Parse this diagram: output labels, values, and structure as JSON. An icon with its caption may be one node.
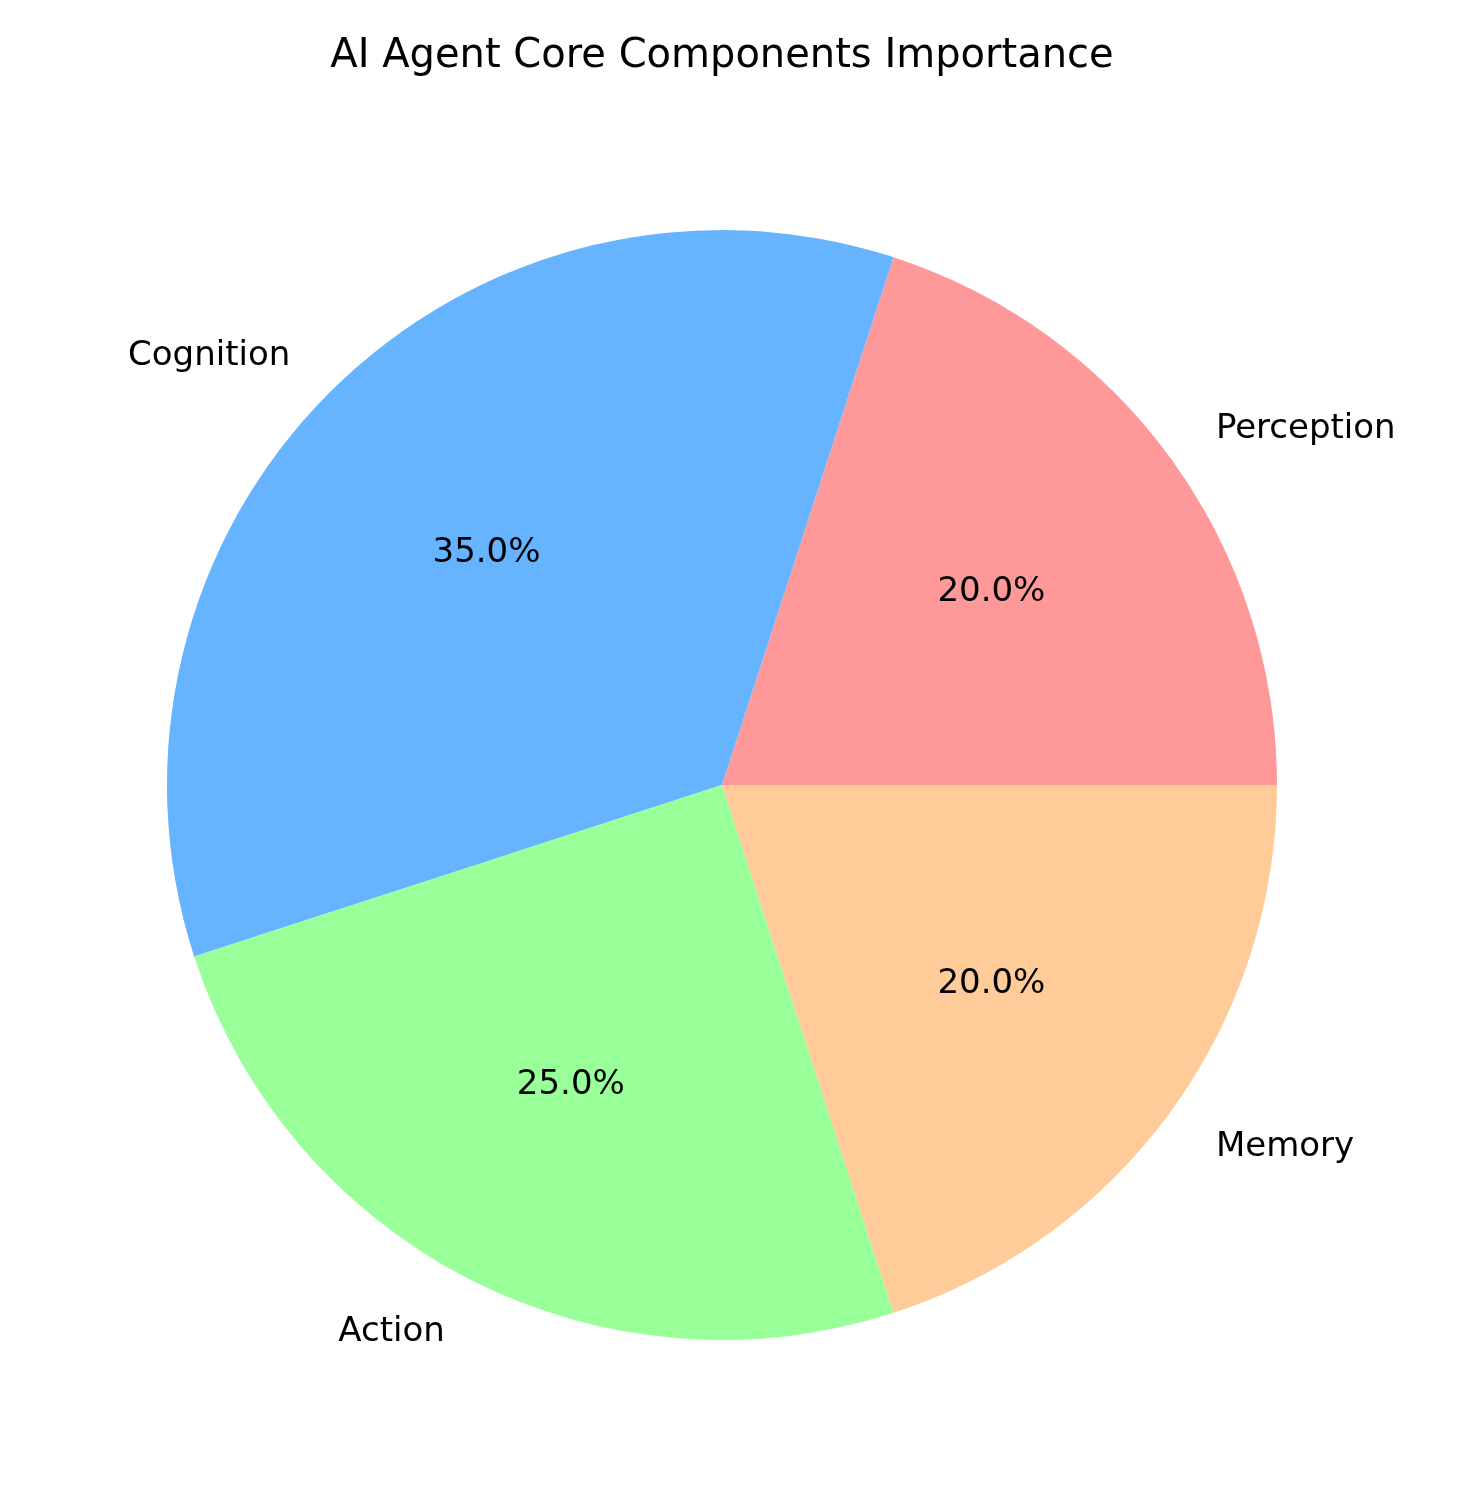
{
  "diagram": {
    "title": "AI Agent Core Components Importance",
    "chart_data": {
      "type": "pie",
      "categories": [
        "Perception",
        "Cognition",
        "Action",
        "Memory"
      ],
      "values": [
        20,
        35,
        25,
        20
      ],
      "value_labels": [
        "20.0%",
        "35.0%",
        "25.0%",
        "20.0%"
      ]
    }
  }
}
